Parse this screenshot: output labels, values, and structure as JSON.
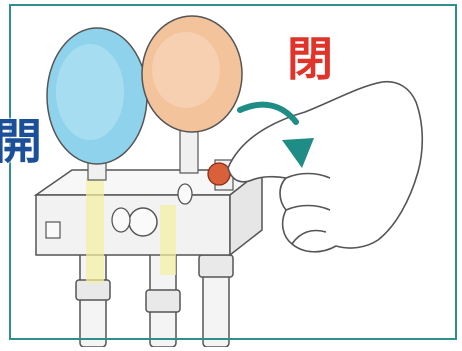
{
  "labels": {
    "open": "開",
    "close": "閉"
  },
  "colors": {
    "frame": "#2f8f8a",
    "open_text": "#1b4f9a",
    "close_text": "#e0342b",
    "low_gauge": "#8fd2ec",
    "high_gauge": "#f3c39c",
    "arrow": "#1f8d86"
  },
  "icons": {
    "rotation": "curved-arrow-clockwise",
    "valve": "valve-knob"
  }
}
